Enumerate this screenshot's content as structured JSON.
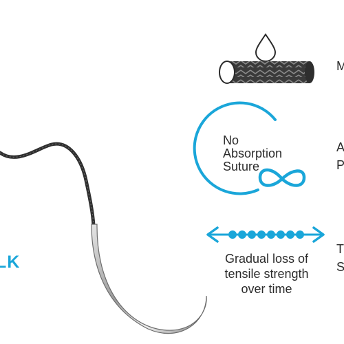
{
  "brand": {
    "text": "LK",
    "color": "#1aa6d9"
  },
  "features": [
    {
      "icon": "braided-thread-with-drop-icon",
      "label": "M"
    },
    {
      "icon": "no-absorption-infinity-icon",
      "badge_lines": [
        "No",
        "Absorption",
        "Suture"
      ],
      "label_lines": [
        "A",
        "P"
      ]
    },
    {
      "icon": "tensile-loss-arrow-icon",
      "caption_lines": [
        "Gradual loss of",
        "tensile strength",
        "over time"
      ],
      "label_lines": [
        "T",
        "S"
      ]
    }
  ],
  "colors": {
    "accent": "#1aa6d9",
    "text": "#2b2b2b",
    "thread": "#333333"
  },
  "image": {
    "icon": "suture-needle-icon"
  }
}
